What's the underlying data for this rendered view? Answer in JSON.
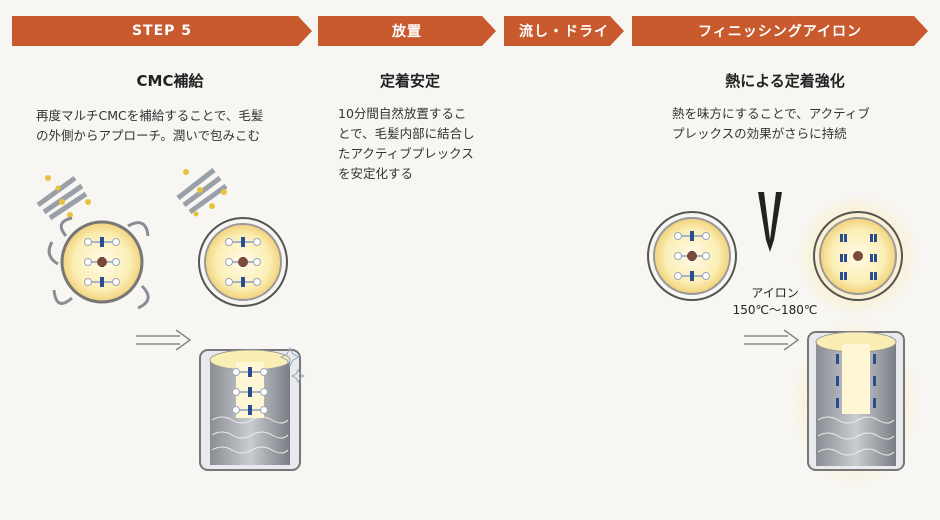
{
  "steps": [
    {
      "label": "STEP 5"
    },
    {
      "label": "放置"
    },
    {
      "label": "流し・ドライ"
    },
    {
      "label": "フィニッシングアイロン"
    }
  ],
  "col1": {
    "heading": "CMC補給",
    "desc_line1": "再度マルチCMCを補給することで、毛髪",
    "desc_line2": "の外側からアプローチ。潤いで包みこむ"
  },
  "col2": {
    "heading": "定着安定",
    "desc_line1": "10分間自然放置するこ",
    "desc_line2": "とで、毛髪内部に結合し",
    "desc_line3": "たアクティブプレックス",
    "desc_line4": "を安定化する"
  },
  "col4": {
    "heading": "熱による定着強化",
    "desc_line1": "熱を味方にすることで、アクティブ",
    "desc_line2": "プレックスの効果がさらに持続",
    "iron_label": "アイロン",
    "iron_temp": "150℃～180℃"
  },
  "colors": {
    "banner": "#c85a2e",
    "gold": "#f2d27a",
    "blue": "#2a4d8f"
  }
}
